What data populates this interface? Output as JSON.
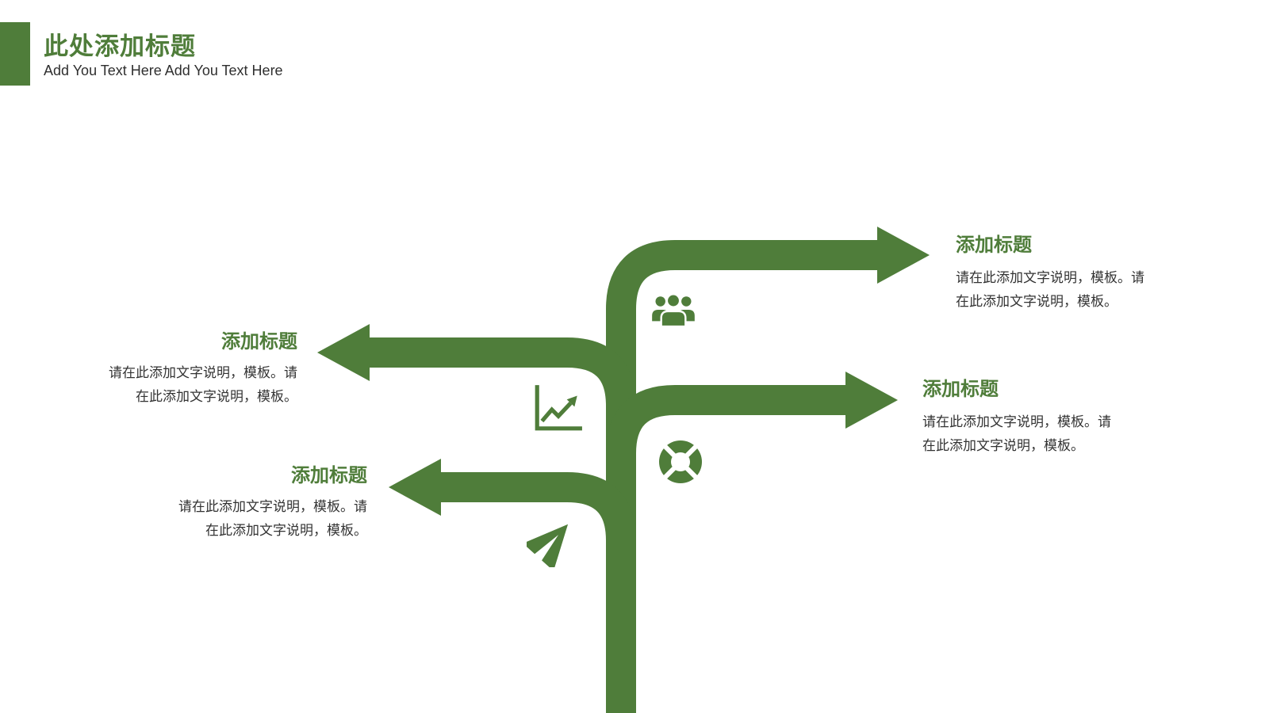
{
  "header": {
    "title": "此处添加标题",
    "subtitle": "Add You Text Here Add You Text Here"
  },
  "colors": {
    "green": "#4f7d3a",
    "body_text": "#333333"
  },
  "branches": [
    {
      "id": "top-right",
      "title": "添加标题",
      "lines": [
        "请在此添加文字说明，模板。请",
        "在此添加文字说明，模板。"
      ]
    },
    {
      "id": "mid-left",
      "title": "添加标题",
      "lines": [
        "请在此添加文字说明，模板。请",
        "在此添加文字说明，模板。"
      ]
    },
    {
      "id": "mid-right",
      "title": "添加标题",
      "lines": [
        "请在此添加文字说明，模板。请",
        "在此添加文字说明，模板。"
      ]
    },
    {
      "id": "lower-left",
      "title": "添加标题",
      "lines": [
        "请在此添加文字说明，模板。请",
        "在此添加文字说明，模板。"
      ]
    }
  ],
  "tree": {
    "icons": [
      "group-icon",
      "line-chart-icon",
      "lifebuoy-icon",
      "paper-plane-icon"
    ]
  }
}
